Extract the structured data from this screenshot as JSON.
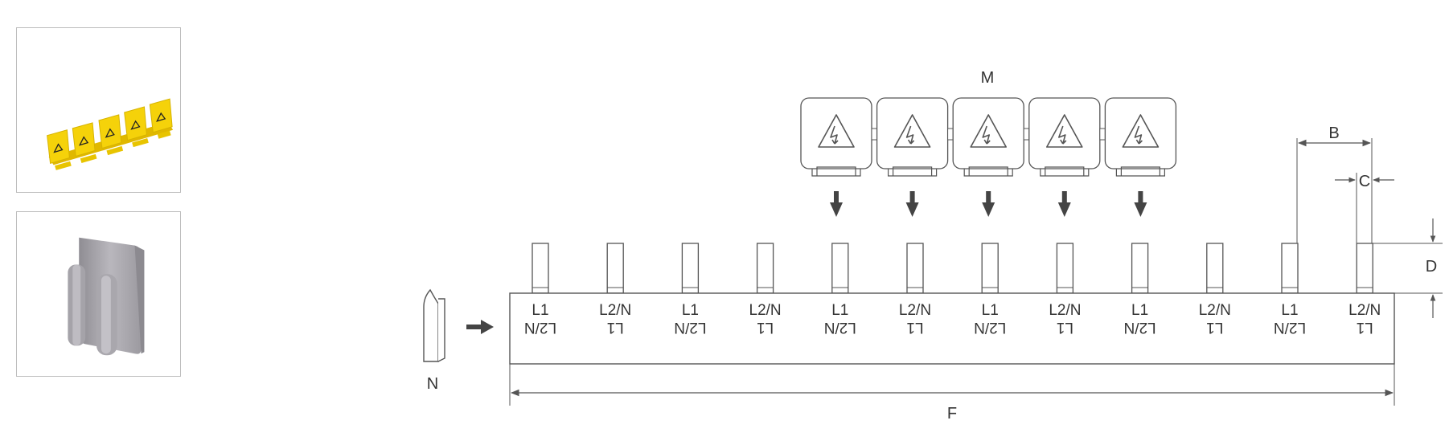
{
  "thumbnails": [
    {
      "name": "yellow-warning-cover-strip"
    },
    {
      "name": "grey-end-cap"
    }
  ],
  "labels": {
    "m": "M",
    "n": "N",
    "f": "F",
    "b": "B",
    "c": "C",
    "d": "D"
  },
  "pins": [
    {
      "top": "L1",
      "bottom": "L2/N"
    },
    {
      "top": "L2/N",
      "bottom": "L1"
    },
    {
      "top": "L1",
      "bottom": "L2/N"
    },
    {
      "top": "L2/N",
      "bottom": "L1"
    },
    {
      "top": "L1",
      "bottom": "L2/N"
    },
    {
      "top": "L2/N",
      "bottom": "L1"
    },
    {
      "top": "L1",
      "bottom": "L2/N"
    },
    {
      "top": "L2/N",
      "bottom": "L1"
    },
    {
      "top": "L1",
      "bottom": "L2/N"
    },
    {
      "top": "L2/N",
      "bottom": "L1"
    },
    {
      "top": "L1",
      "bottom": "L2/N"
    },
    {
      "top": "L2/N",
      "bottom": "L1"
    }
  ],
  "covers": [
    {
      "icon": "high-voltage-warning-icon"
    },
    {
      "icon": "high-voltage-warning-icon"
    },
    {
      "icon": "high-voltage-warning-icon"
    },
    {
      "icon": "high-voltage-warning-icon"
    },
    {
      "icon": "high-voltage-warning-icon"
    }
  ],
  "colors": {
    "line": "#555555",
    "warning_yellow": "#f5d20a",
    "cap_grey": "#a9a7ad"
  }
}
